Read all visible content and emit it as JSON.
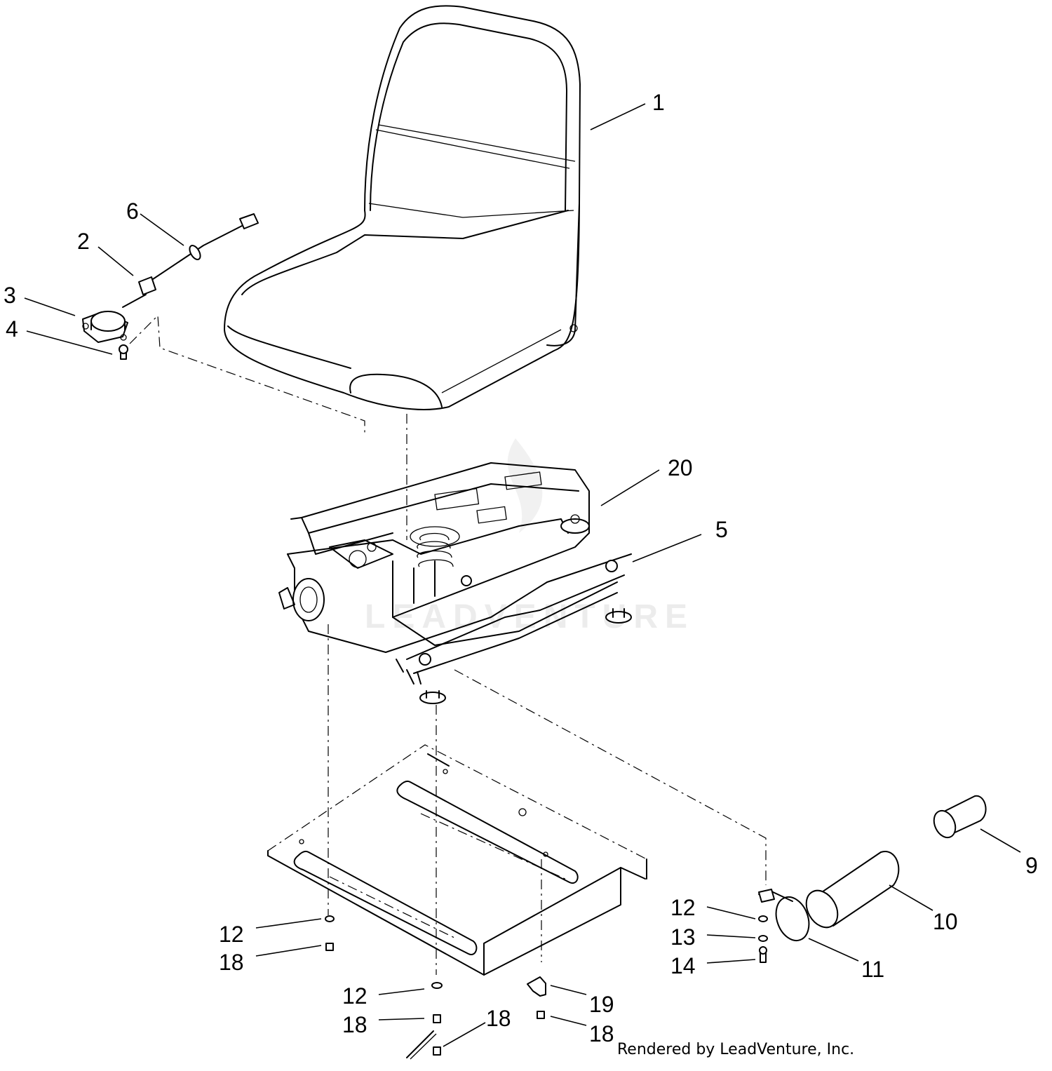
{
  "watermark_text": "LEADVENTURE",
  "credit_text": "Rendered by LeadVenture, Inc.",
  "callouts": [
    {
      "id": "1",
      "label": "1"
    },
    {
      "id": "2",
      "label": "2"
    },
    {
      "id": "3",
      "label": "3"
    },
    {
      "id": "4",
      "label": "4"
    },
    {
      "id": "5",
      "label": "5"
    },
    {
      "id": "6",
      "label": "6"
    },
    {
      "id": "9",
      "label": "9"
    },
    {
      "id": "10",
      "label": "10"
    },
    {
      "id": "11",
      "label": "11"
    },
    {
      "id": "12",
      "label": "12"
    },
    {
      "id": "13",
      "label": "13"
    },
    {
      "id": "14",
      "label": "14"
    },
    {
      "id": "18",
      "label": "18"
    },
    {
      "id": "19",
      "label": "19"
    },
    {
      "id": "20",
      "label": "20"
    }
  ]
}
